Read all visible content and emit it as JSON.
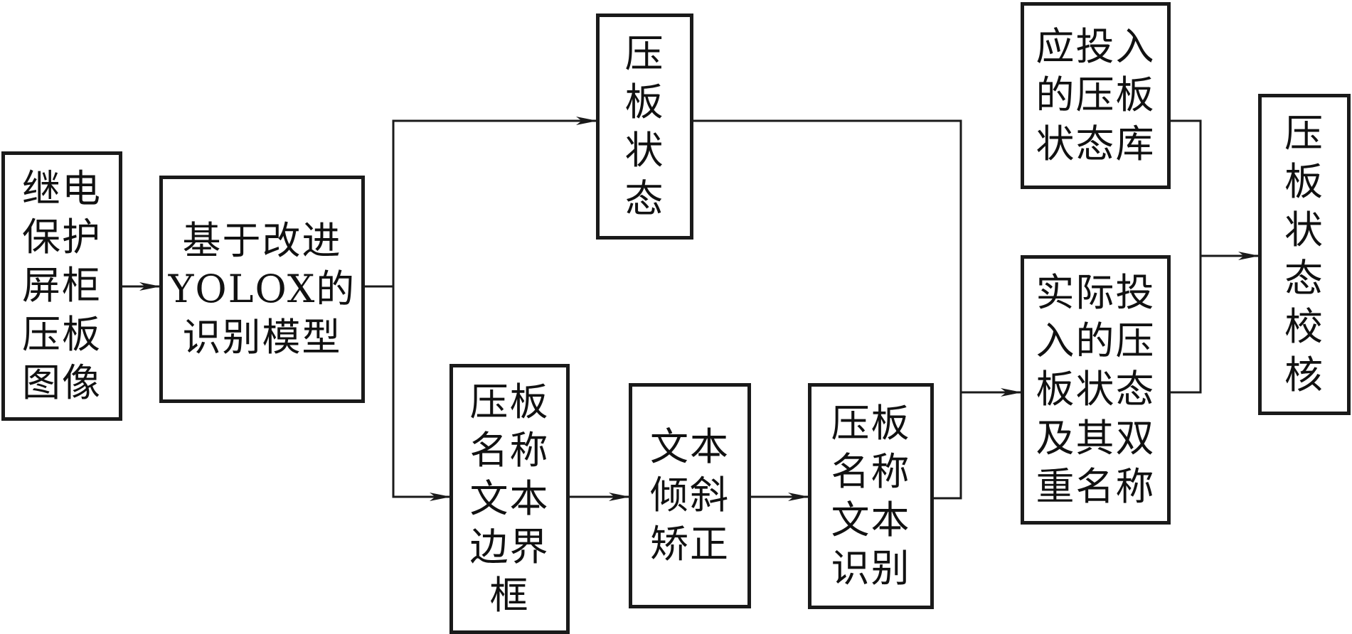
{
  "nodes": {
    "input_image": "继电\n保护\n屏柜\n压板\n图像",
    "model": "基于改进\nYOLOX的\n识别模型",
    "plate_state": "压\n板\n状\n态",
    "bbox": "压板\n名称\n文本\n边界\n框",
    "tilt": "文本\n倾斜\n矫正",
    "text_recog": "压板\n名称\n文本\n识别",
    "should_db": "应投入\n的压板\n状态库",
    "actual": "实际投\n入的压\n板状态\n及其双\n重名称",
    "check": "压\n板\n状\n态\n校\n核"
  },
  "colors": {
    "line": "#1a1a1a",
    "box_border": "#1a1a1a",
    "text": "#111111"
  }
}
